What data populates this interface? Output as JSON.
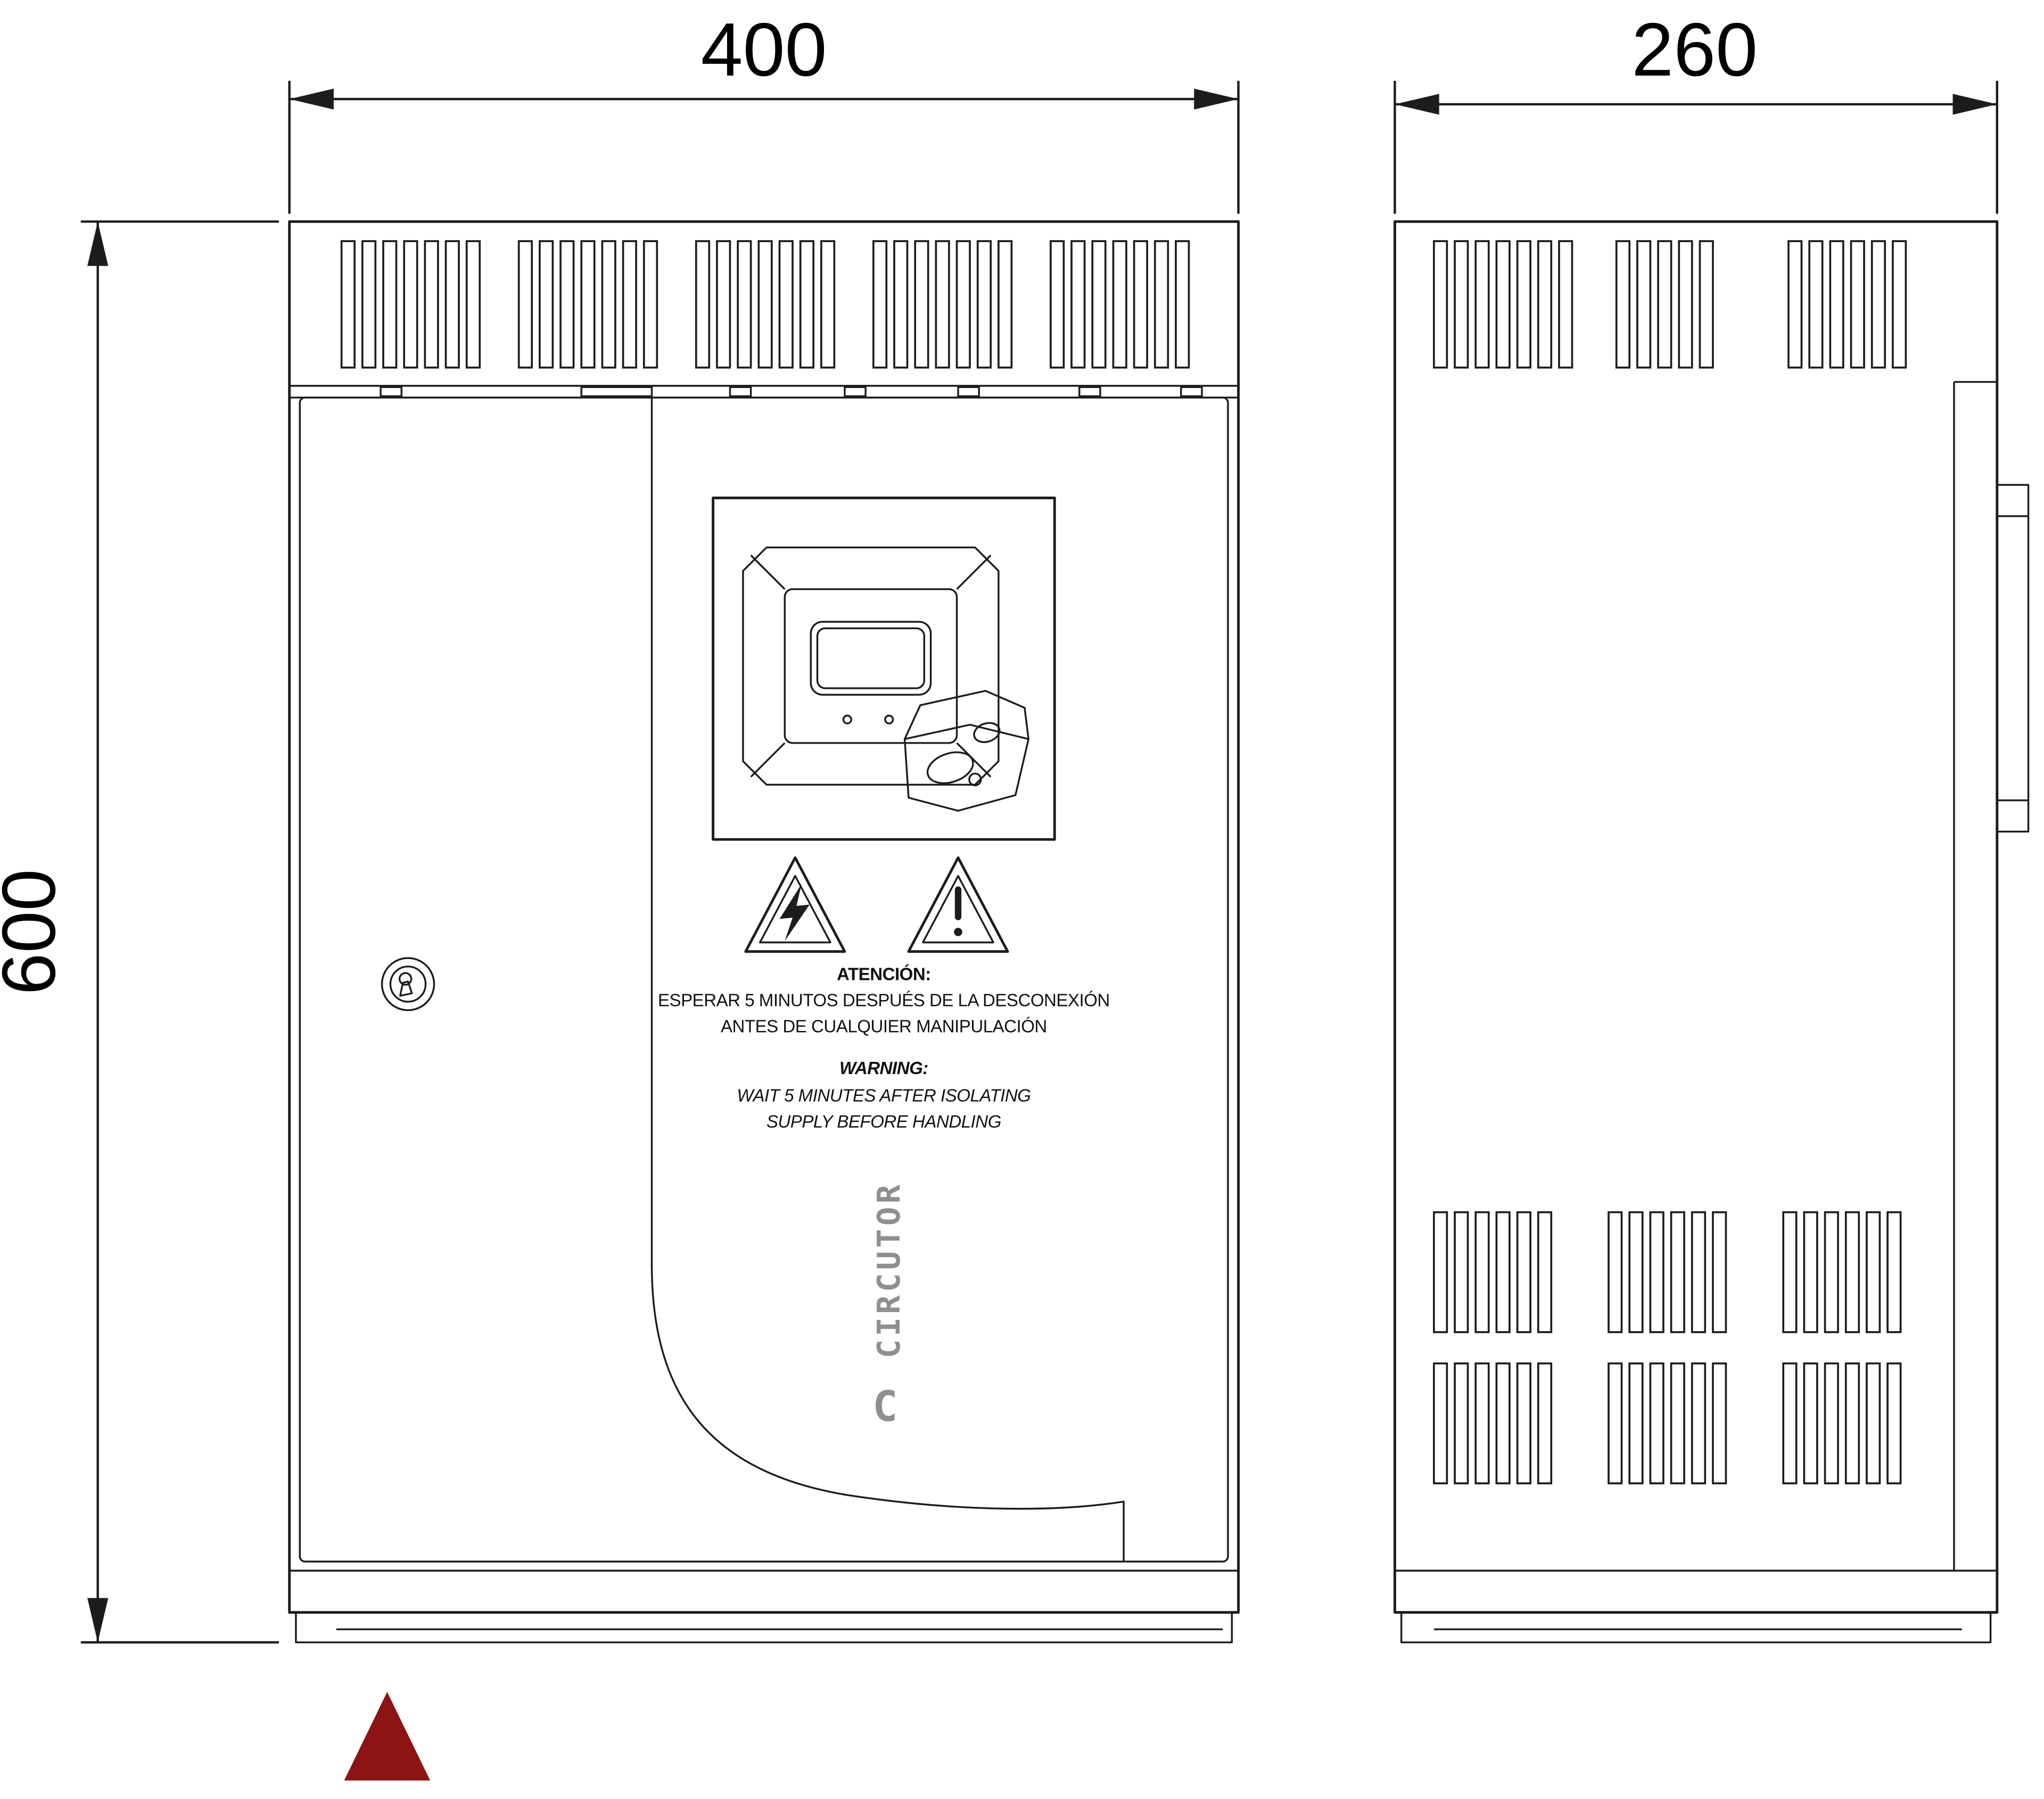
{
  "drawing": {
    "dimensions": {
      "front_width_mm": "400",
      "side_depth_mm": "260",
      "front_height_mm": "600"
    },
    "labels": {
      "attention_title": "ATENCIÓN:",
      "attention_line1": "ESPERAR 5 MINUTOS DESPUÉS DE LA DESCONEXIÓN",
      "attention_line2": "ANTES DE CUALQUIER MANIPULACIÓN",
      "warning_title": "WARNING:",
      "warning_line1": "WAIT 5 MINUTES AFTER ISOLATING",
      "warning_line2": "SUPPLY BEFORE HANDLING",
      "brand": "CIRCUTOR",
      "brand_icon": "C"
    },
    "colors": {
      "line": "#1c1c1c",
      "marker_red": "#8e1313",
      "brand_gray": "#8f8f8f"
    }
  }
}
